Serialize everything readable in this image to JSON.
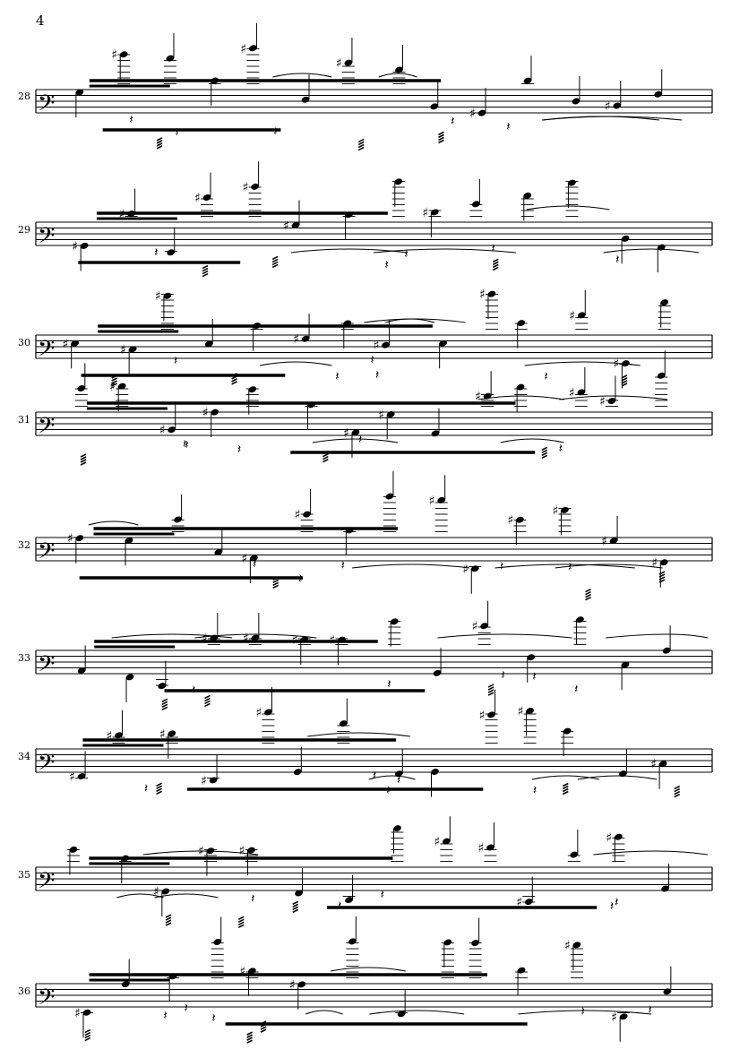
{
  "page": {
    "number": "4"
  },
  "systems": [
    {
      "measure": "28"
    },
    {
      "measure": "29"
    },
    {
      "measure": "30"
    },
    {
      "measure": "31"
    },
    {
      "measure": "32"
    },
    {
      "measure": "33"
    },
    {
      "measure": "34"
    },
    {
      "measure": "35"
    },
    {
      "measure": "36"
    }
  ],
  "notation": {
    "clef": "bass",
    "clef_glyph": "𝄢",
    "sharp_glyph": "♯",
    "rest_glyph": "𝄽",
    "ink_color": "#000000"
  }
}
